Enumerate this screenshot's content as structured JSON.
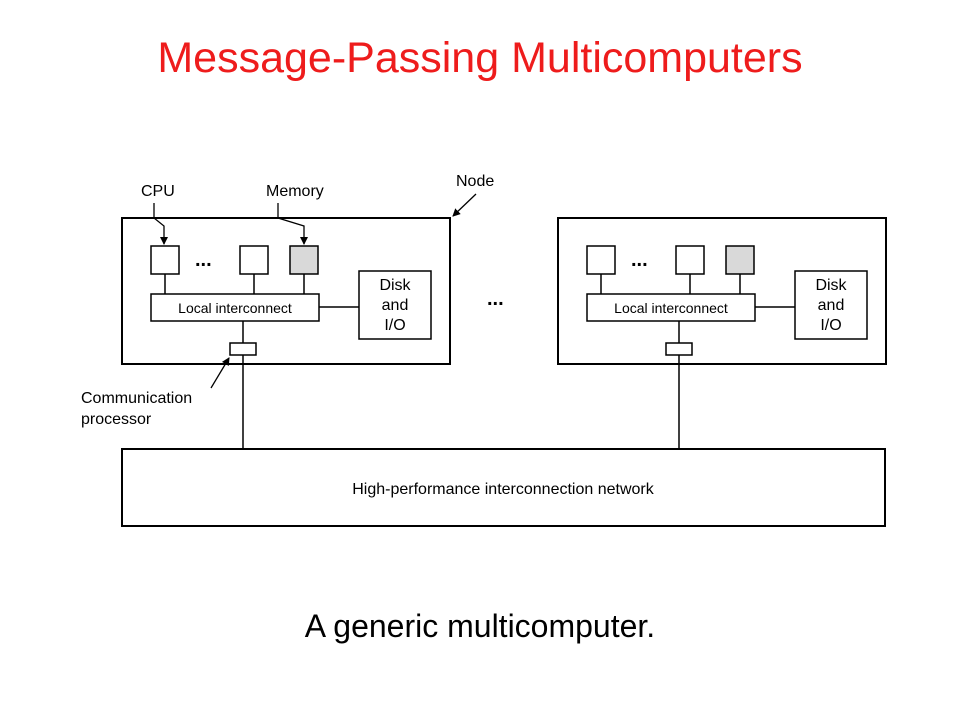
{
  "slide": {
    "title": "Message-Passing Multicomputers",
    "caption": "A generic multicomputer."
  },
  "diagram": {
    "label_cpu": "CPU",
    "label_memory": "Memory",
    "label_node": "Node",
    "label_comm_line1": "Communication",
    "label_comm_line2": "processor",
    "ellipsis": "...",
    "between_nodes_ellipsis": "...",
    "nodes": [
      {
        "local_interconnect": "Local interconnect",
        "disk_line1": "Disk",
        "disk_line2": "and",
        "disk_line3": "I/O"
      },
      {
        "local_interconnect": "Local interconnect",
        "disk_line1": "Disk",
        "disk_line2": "and",
        "disk_line3": "I/O"
      }
    ],
    "network_label": "High-performance interconnection network",
    "memory_fill": "#d9d9d9",
    "title_color": "#ee1c1c"
  }
}
